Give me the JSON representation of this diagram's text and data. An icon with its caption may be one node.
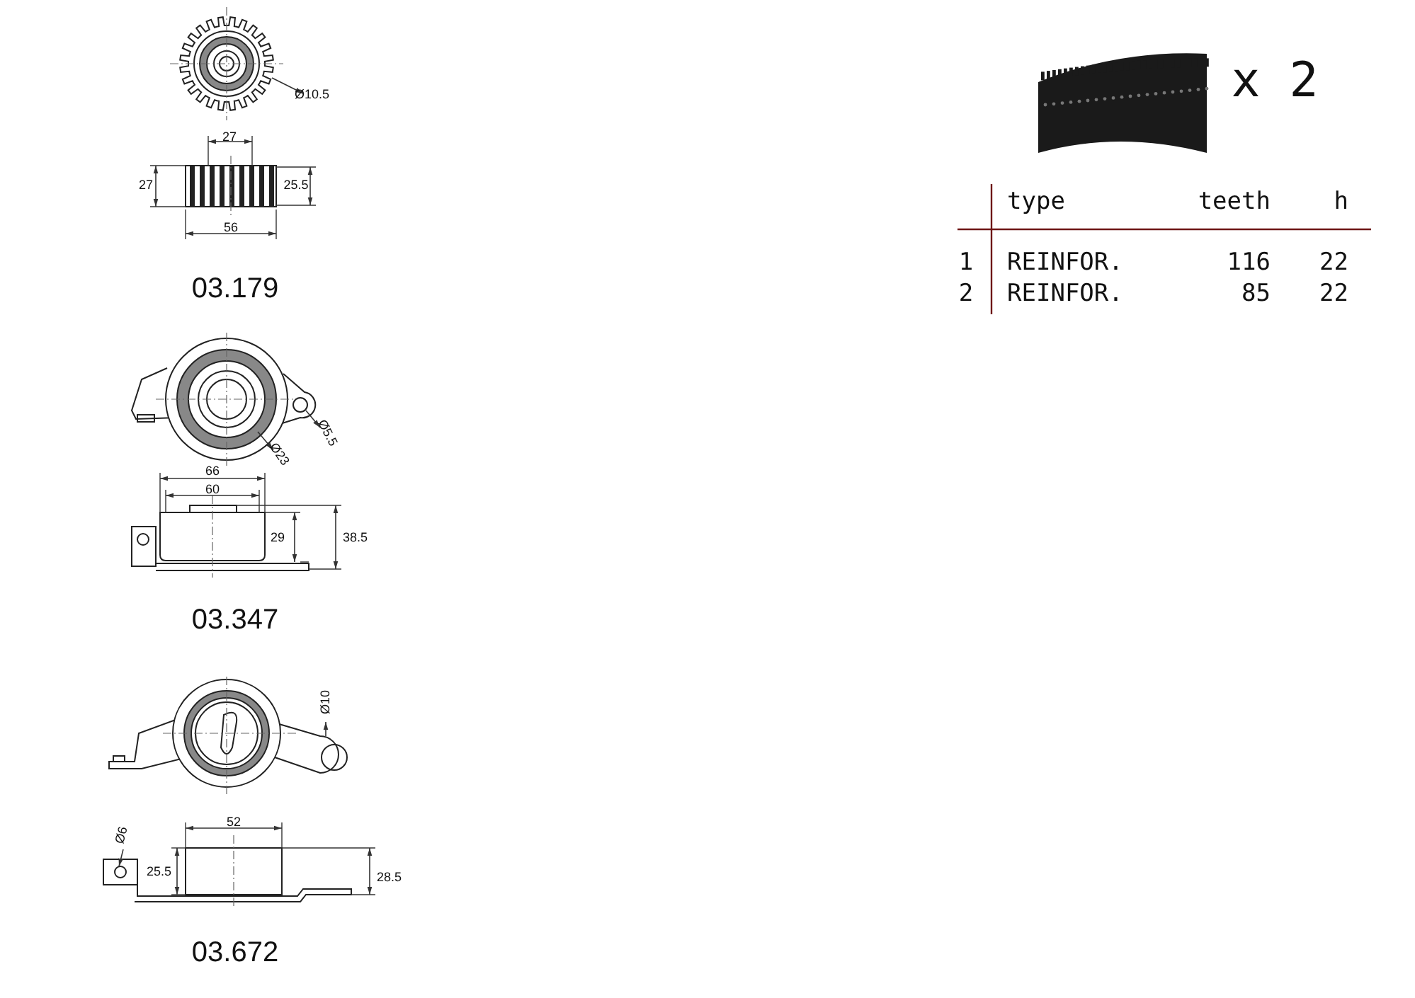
{
  "diagram": {
    "labels": [
      "Ø10.5",
      "27",
      "27",
      "25.5",
      "56",
      "03.179",
      "x 2",
      "type",
      "teeth",
      "h",
      "1",
      "REINFOR.",
      "116",
      "22",
      "2",
      "REINFOR.",
      "85",
      "22",
      "Ø5.5",
      "Ø23",
      "66",
      "60",
      "29",
      "38.5",
      "03.347",
      "Ø10",
      "Ø6",
      "52",
      "25.5",
      "28.5",
      "03.672"
    ]
  }
}
